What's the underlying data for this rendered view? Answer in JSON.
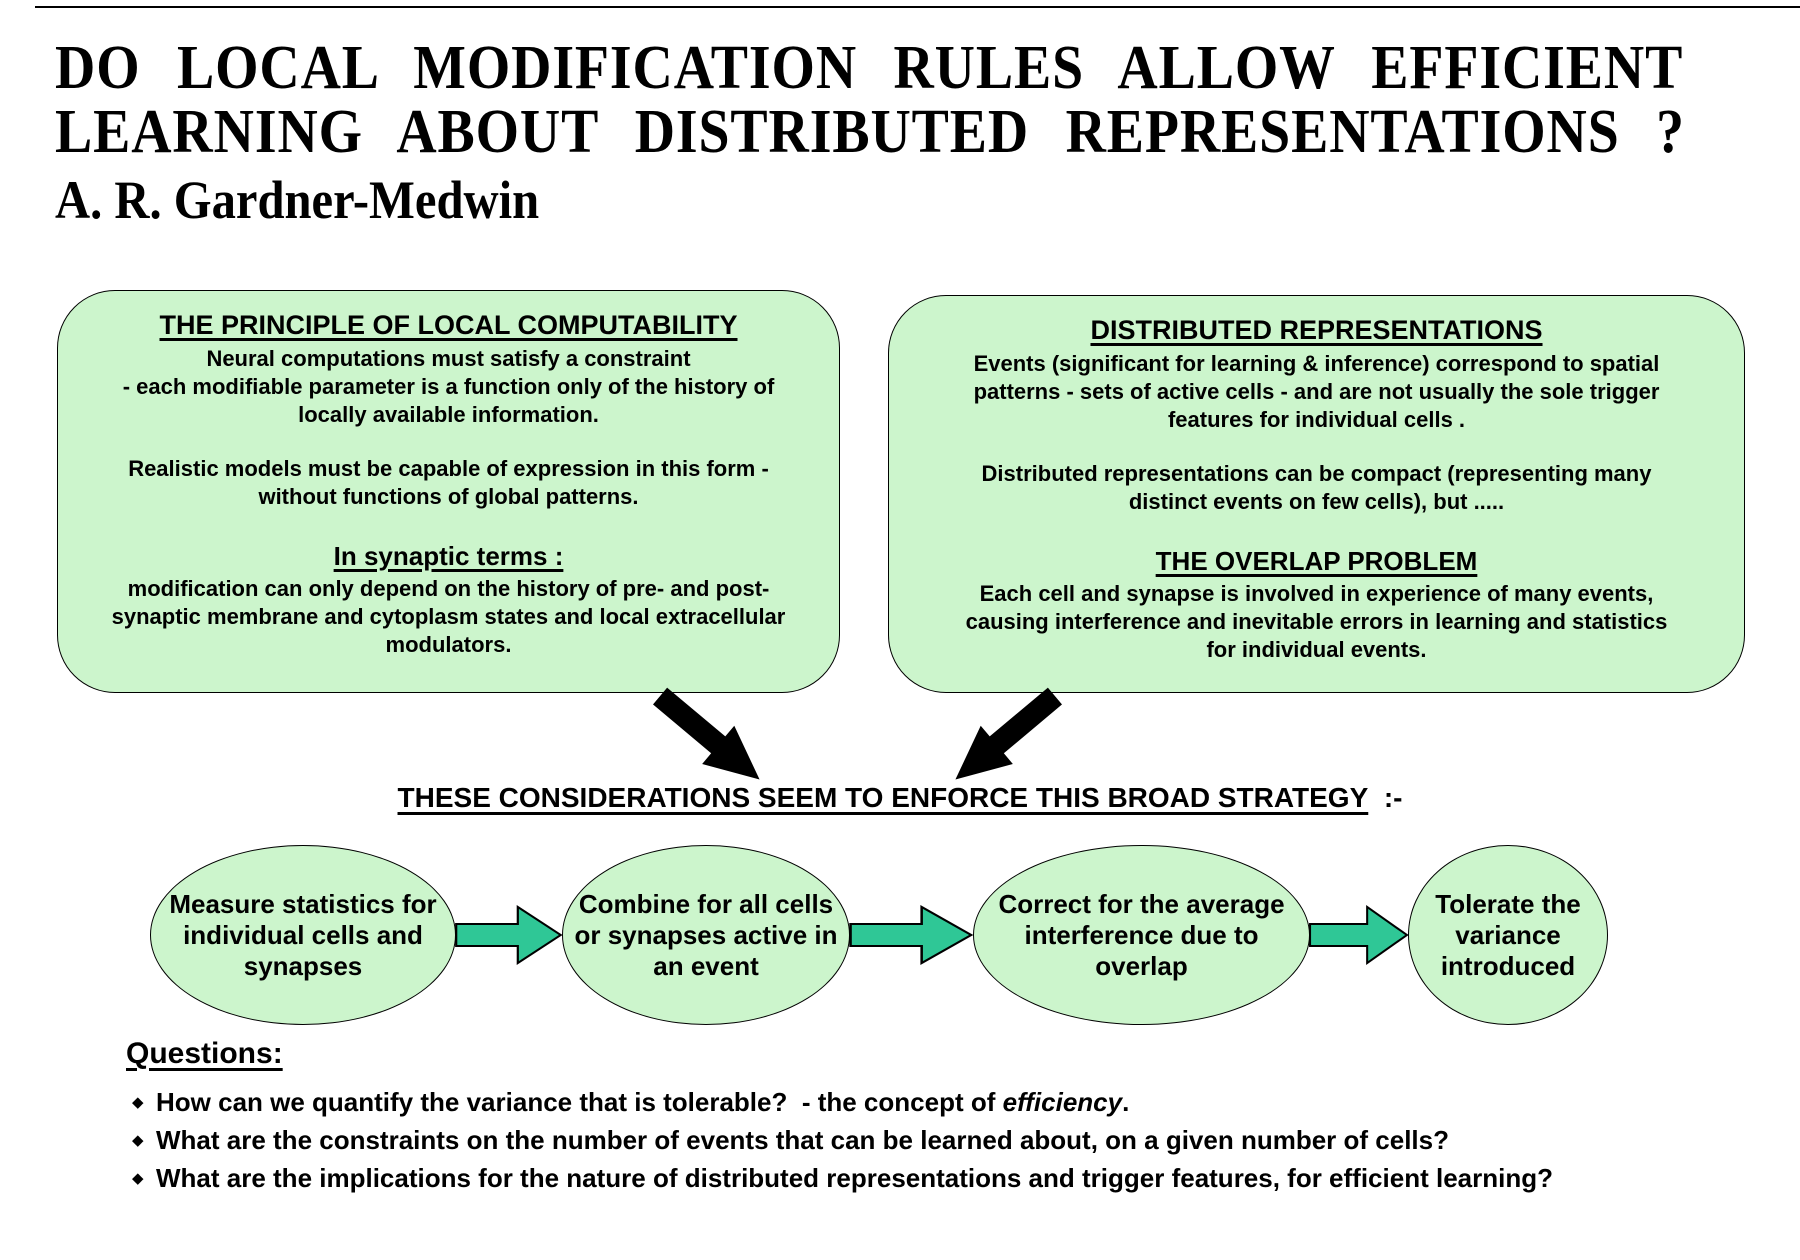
{
  "title": {
    "line1": "DO LOCAL MODIFICATION RULES ALLOW EFFICIENT",
    "line2": "LEARNING ABOUT DISTRIBUTED REPRESENTATIONS ?",
    "author": "A. R. Gardner-Medwin"
  },
  "panels": {
    "local": {
      "title": "THE PRINCIPLE OF LOCAL COMPUTABILITY",
      "lines": [
        {
          "t": "Neural computations must satisfy a constraint"
        },
        {
          "t": "- each modifiable parameter is a function only of the history of"
        },
        {
          "t": "locally available information."
        },
        {
          "t": ""
        },
        {
          "t": "Realistic models must be capable of expression in this form -"
        },
        {
          "t": "without functions of global patterns."
        },
        {
          "t": ""
        },
        {
          "t": "In synaptic terms :",
          "h": true
        },
        {
          "t": "modification can only depend on the history of pre- and post-"
        },
        {
          "t": "synaptic membrane and cytoplasm states and local extracellular"
        },
        {
          "t": "modulators."
        }
      ]
    },
    "distributed": {
      "title": "DISTRIBUTED REPRESENTATIONS",
      "lines": [
        {
          "t": "Events (significant for learning & inference) correspond to spatial"
        },
        {
          "t": "patterns - sets of active cells - and are not usually the sole trigger"
        },
        {
          "t": "features for individual cells ."
        },
        {
          "t": ""
        },
        {
          "t": "Distributed representations can be compact (representing many"
        },
        {
          "t": "distinct events on few cells), but ....."
        },
        {
          "t": ""
        },
        {
          "t": "THE OVERLAP PROBLEM",
          "h": true
        },
        {
          "t": "Each cell and synapse is involved in experience of many events,"
        },
        {
          "t": "causing interference and inevitable errors in learning and statistics"
        },
        {
          "t": "for individual events."
        }
      ]
    }
  },
  "strategy": {
    "underlined": "THESE CONSIDERATIONS SEEM TO ENFORCE THIS BROAD STRATEGY",
    "suffix": "  :-"
  },
  "flow": {
    "steps": [
      {
        "label": "Measure statistics for individual cells and synapses"
      },
      {
        "label": "Combine for all cells or synapses active in an event"
      },
      {
        "label": "Correct for the average interference due to overlap"
      },
      {
        "label": "Tolerate the variance introduced"
      }
    ]
  },
  "questions": {
    "heading": "Questions:",
    "bullet": "◆",
    "items": [
      {
        "pre": "How can we quantify the variance that is tolerable?  - the concept of ",
        "italic": "efficiency",
        "post": "."
      },
      {
        "text": "What are the constraints on the number of events that can be learned about, on a given number of cells?"
      },
      {
        "text": "What are the implications for the nature of distributed representations and trigger features, for efficient learning?"
      }
    ]
  },
  "icons": {
    "implication_left": "arrow-down-right",
    "implication_right": "arrow-down-left",
    "flow_connector": "arrow-right"
  },
  "colors": {
    "shape_fill": "#ccf5cc",
    "shape_border": "#000000",
    "flow_arrow_fill": "#2fc796",
    "text": "#000000",
    "background": "#ffffff"
  }
}
